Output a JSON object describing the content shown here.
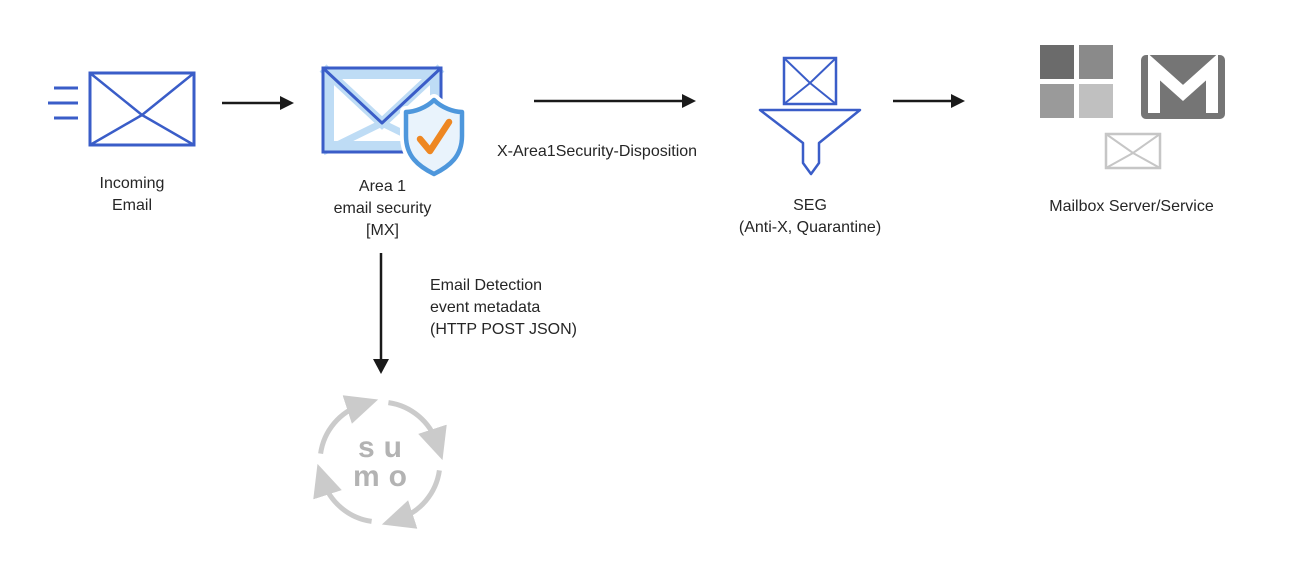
{
  "nodes": {
    "incoming": {
      "label": [
        "Incoming",
        "Email"
      ]
    },
    "area1": {
      "label": [
        "Area 1",
        "email security",
        "[MX]"
      ]
    },
    "seg": {
      "label": [
        "SEG",
        "(Anti-X, Quarantine)"
      ]
    },
    "mailbox": {
      "label": "Mailbox Server/Service"
    },
    "sumo": {
      "line1": "su",
      "line2": "mo"
    }
  },
  "edges": {
    "area1_to_seg": {
      "label": "X-Area1Security-Disposition"
    },
    "area1_to_sumo": {
      "label": [
        "Email Detection",
        "event metadata",
        "(HTTP POST JSON)"
      ]
    }
  },
  "icons": {
    "incoming": "envelope-with-motion-lines",
    "area1": "envelope-with-shield-check",
    "seg": "envelope-over-funnel",
    "mailbox": [
      "microsoft-squares-logo",
      "gmail-envelope",
      "small-envelope-outline"
    ],
    "sumo": "circular-arrows-logo"
  },
  "colors": {
    "background": "#ffffff",
    "blue": "#3a5dc8",
    "light_blue": "#bedcf5",
    "shield_stroke": "#4e97dc",
    "shield_fill": "#e9f3fc",
    "orange": "#ee8722",
    "arrow": "#1a1a1a",
    "text": "#262626",
    "ms_tl": "#6b6b6b",
    "ms_tr": "#8a8a8a",
    "ms_bl": "#9a9a9a",
    "ms_br": "#c0c0c0",
    "gmail_gray": "#757575",
    "gray_light": "#c6c6c6",
    "sumo_gray": "#cbcbcb",
    "sumo_text": "#b3b3b3"
  }
}
